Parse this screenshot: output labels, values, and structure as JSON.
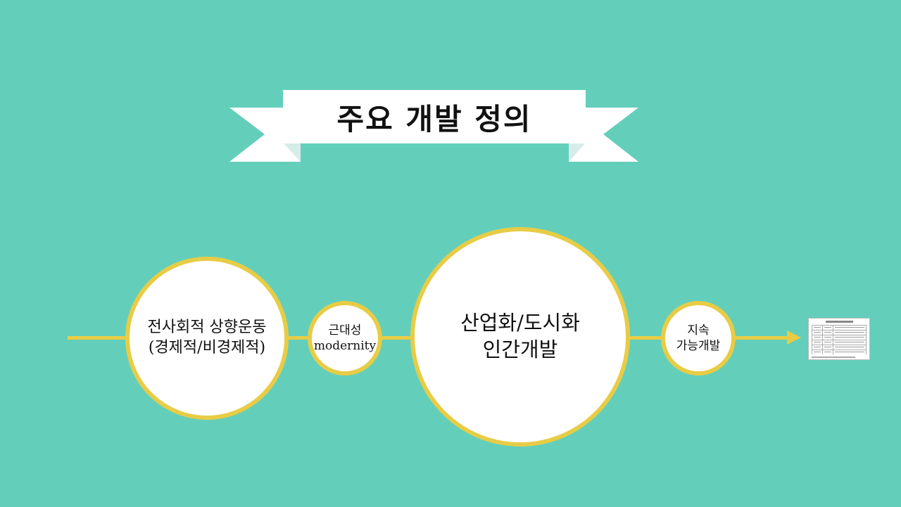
{
  "slide": {
    "title": "주요 개발 정의",
    "background_color": "#63cfbb",
    "accent_color": "#e8cc45"
  },
  "timeline": {
    "nodes": [
      {
        "label": "전사회적 상향운동\n(경제적/비경제적)"
      },
      {
        "label": "근대성\nmodernity"
      },
      {
        "label": "산업화/도시화\n인간개발"
      },
      {
        "label": "지속\n가능개발"
      }
    ],
    "end_item": {
      "icon": "table-thumbnail-icon"
    }
  }
}
